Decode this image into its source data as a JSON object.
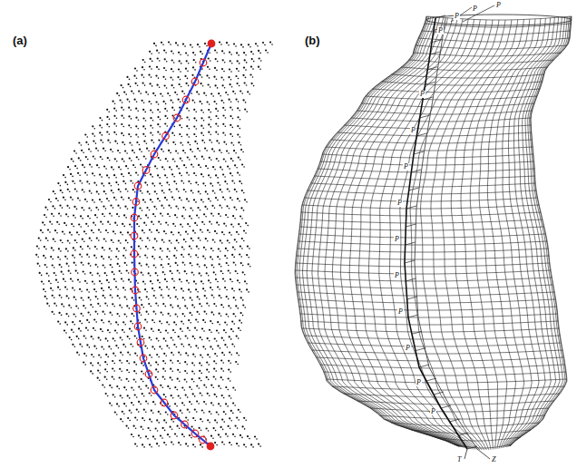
{
  "diagram": {
    "labels": [
      "(a)",
      "(b)",
      "P",
      "P",
      "P",
      "P",
      "P",
      "P",
      "P",
      "P",
      "P",
      "P",
      "P",
      "P",
      "P",
      "P",
      "T",
      "Z"
    ]
  }
}
